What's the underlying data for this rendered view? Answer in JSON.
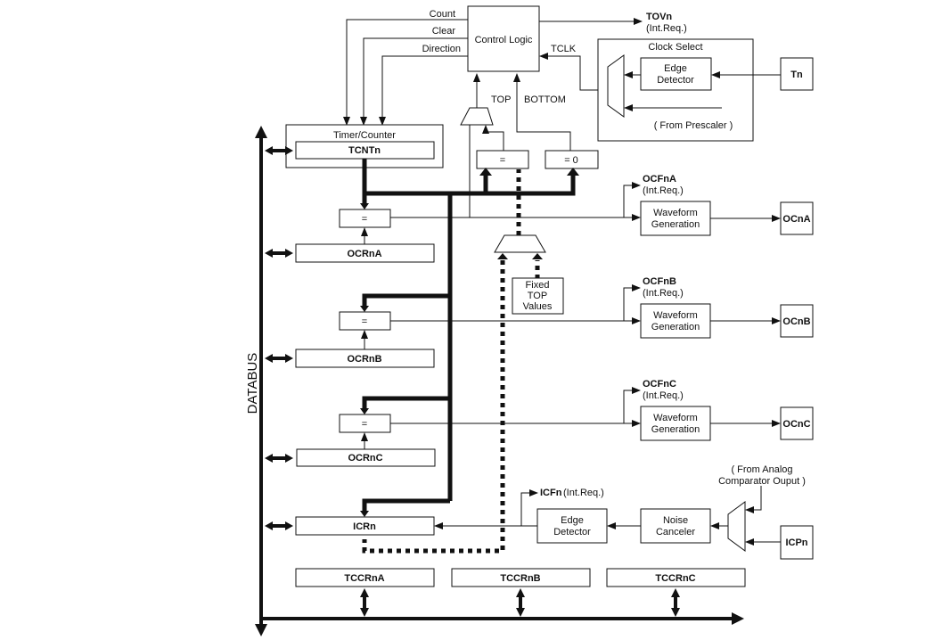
{
  "diagram": {
    "signals": {
      "count": "Count",
      "clear": "Clear",
      "direction": "Direction",
      "tclk": "TCLK",
      "top": "TOP",
      "bottom": "BOTTOM",
      "tovn": "TOVn",
      "tovn_req": "(Int.Req.)"
    },
    "control_logic": "Control Logic",
    "clock_select": {
      "title": "Clock Select",
      "edge_detector": [
        "Edge",
        "Detector"
      ],
      "from_prescaler": "( From Prescaler )",
      "tn": "Tn"
    },
    "timer_counter": {
      "title": "Timer/Counter",
      "register": "TCNTn"
    },
    "comparators": {
      "equal": "=",
      "equal_zero": "= 0"
    },
    "fixed_top": [
      "Fixed",
      "TOP",
      "Values"
    ],
    "databus": "DATABUS",
    "channels": [
      {
        "register": "OCRnA",
        "flag": "OCFnA",
        "flag_req": "(Int.Req.)",
        "waveform": [
          "Waveform",
          "Generation"
        ],
        "output": "OCnA"
      },
      {
        "register": "OCRnB",
        "flag": "OCFnB",
        "flag_req": "(Int.Req.)",
        "waveform": [
          "Waveform",
          "Generation"
        ],
        "output": "OCnB"
      },
      {
        "register": "OCRnC",
        "flag": "OCFnC",
        "flag_req": "(Int.Req.)",
        "waveform": [
          "Waveform",
          "Generation"
        ],
        "output": "OCnC"
      }
    ],
    "input_capture": {
      "register": "ICRn",
      "flag": "ICFn",
      "flag_req": "(Int.Req.)",
      "edge_detector": [
        "Edge",
        "Detector"
      ],
      "noise_canceler": [
        "Noise",
        "Canceler"
      ],
      "from_analog": [
        "( From Analog",
        "Comparator Ouput )"
      ],
      "icpn": "ICPn"
    },
    "control_registers": [
      "TCCRnA",
      "TCCRnB",
      "TCCRnC"
    ]
  }
}
